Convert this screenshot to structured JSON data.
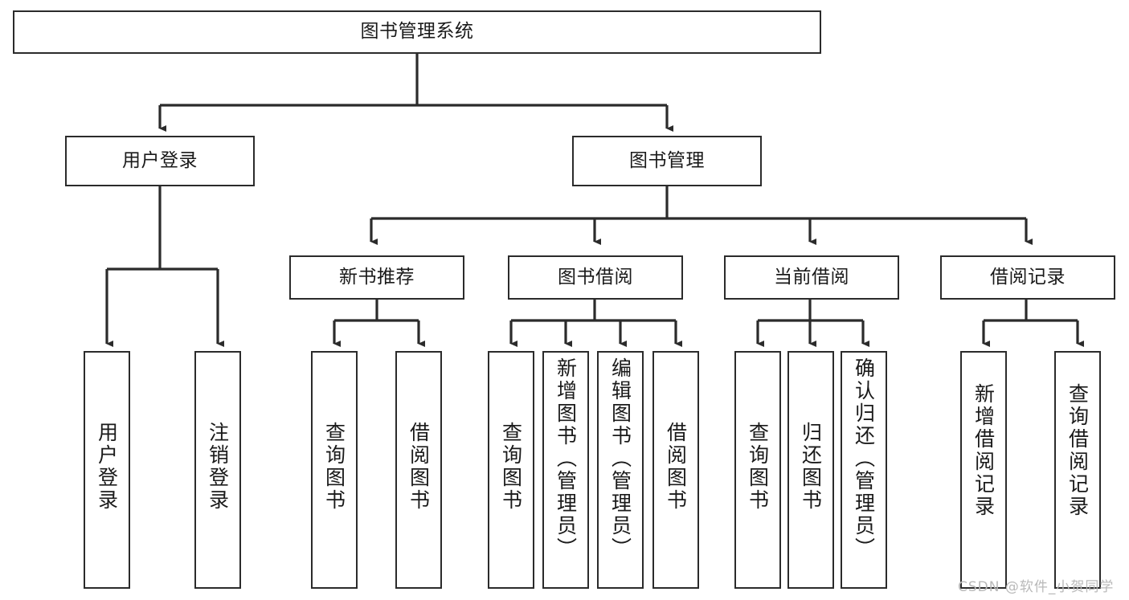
{
  "diagram": {
    "title": "图书管理系统",
    "type": "tree-hierarchy-chart",
    "colors": {
      "stroke": "#2b2b2b",
      "fill": "#ffffff",
      "text": "#1a1a1a",
      "watermark": "#b9b9b9"
    },
    "watermark": "CSDN @软件_小贺同学",
    "nodes": {
      "root": {
        "label": "图书管理系统"
      },
      "level2": [
        {
          "id": "user-login",
          "label": "用户登录"
        },
        {
          "id": "book-management",
          "label": "图书管理"
        }
      ],
      "level3": [
        {
          "id": "new-book-recommend",
          "label": "新书推荐"
        },
        {
          "id": "book-borrow",
          "label": "图书借阅"
        },
        {
          "id": "current-borrow",
          "label": "当前借阅"
        },
        {
          "id": "borrow-record",
          "label": "借阅记录"
        }
      ],
      "leaves": {
        "user_login": [
          {
            "id": "leaf-user-login",
            "label": "用户登录"
          },
          {
            "id": "leaf-logout-login",
            "label": "注销登录"
          }
        ],
        "new_book_recommend": [
          {
            "id": "leaf-query-book-1",
            "label": "查询图书"
          },
          {
            "id": "leaf-borrow-book-1",
            "label": "借阅图书"
          }
        ],
        "book_borrow": [
          {
            "id": "leaf-query-book-2",
            "label": "查询图书"
          },
          {
            "id": "leaf-add-book",
            "label": "新增图书（管理员）"
          },
          {
            "id": "leaf-edit-book",
            "label": "编辑图书（管理员）"
          },
          {
            "id": "leaf-borrow-book-2",
            "label": "借阅图书"
          }
        ],
        "current_borrow": [
          {
            "id": "leaf-query-book-3",
            "label": "查询图书"
          },
          {
            "id": "leaf-return-book",
            "label": "归还图书"
          },
          {
            "id": "leaf-confirm-return",
            "label": "确认归还（管理员）"
          }
        ],
        "borrow_record": [
          {
            "id": "leaf-add-record",
            "label": "新增借阅记录"
          },
          {
            "id": "leaf-query-record",
            "label": "查询借阅记录"
          }
        ]
      }
    }
  }
}
